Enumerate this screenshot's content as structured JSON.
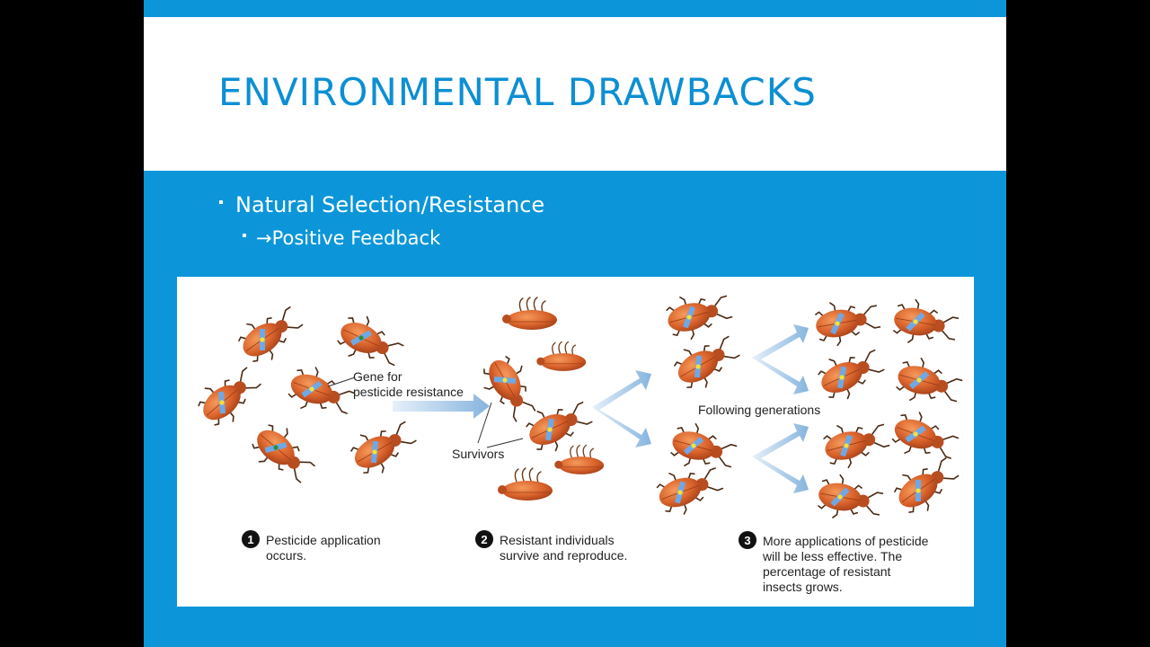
{
  "slide": {
    "title": "ENVIRONMENTAL DRAWBACKS",
    "bullets": {
      "level1": "Natural Selection/Resistance",
      "level2": "→Positive Feedback"
    }
  },
  "figure": {
    "gene_label_line1": "Gene for",
    "gene_label_line2": "pesticide resistance",
    "survivors_label": "Survivors",
    "following_label": "Following generations",
    "steps": [
      {
        "number": "1",
        "lines": [
          "Pesticide application",
          "occurs."
        ]
      },
      {
        "number": "2",
        "lines": [
          "Resistant individuals",
          "survive and reproduce."
        ]
      },
      {
        "number": "3",
        "lines": [
          "More applications of pesticide",
          "will be less effective. The",
          "percentage of resistant",
          "insects grows."
        ]
      }
    ],
    "colors": {
      "beetle_body": "#d9622b",
      "gene_stripe": "#6fa8e6",
      "gene_marker": "#f2e23a",
      "arrow": "#9cc2e3"
    }
  }
}
